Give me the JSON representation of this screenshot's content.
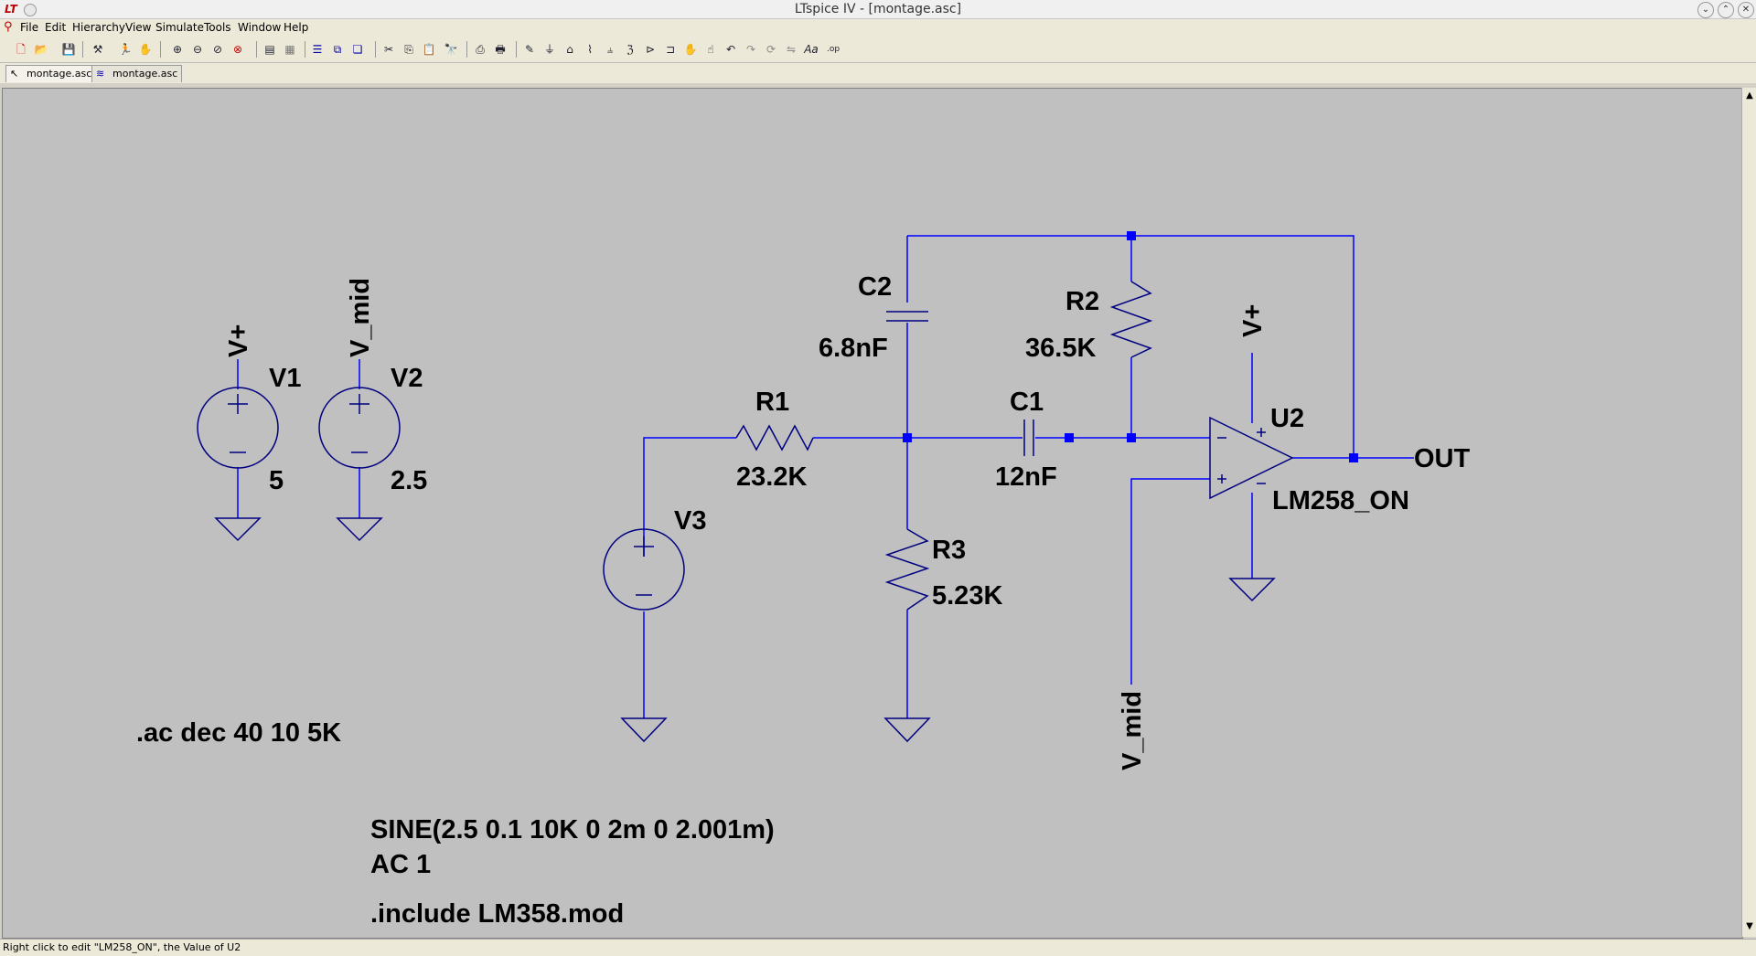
{
  "window": {
    "title": "LTspice IV - [montage.asc]"
  },
  "menu": [
    "File",
    "Edit",
    "Hierarchy",
    "View",
    "Simulate",
    "Tools",
    "Window",
    "Help"
  ],
  "toolbar_icons": [
    "new-schematic-icon",
    "open-icon",
    "save-icon",
    "control-panel-icon",
    "run-icon",
    "halt-icon",
    "pan-icon",
    "zoom-in-icon",
    "zoom-out-icon",
    "zoom-fit-icon",
    "zoom-cancel-icon",
    "autorange-icon",
    "grid-icon",
    "tile-horizontal-icon",
    "tile-vertical-icon",
    "cascade-icon",
    "cut-icon",
    "copy-icon",
    "paste-icon",
    "find-icon",
    "print-preview-icon",
    "print-icon",
    "wire-icon",
    "ground-icon",
    "label-net-icon",
    "resistor-icon",
    "capacitor-icon",
    "inductor-icon",
    "diode-icon",
    "component-icon",
    "move-icon",
    "drag-icon",
    "undo-icon",
    "redo-icon",
    "rotate-icon",
    "mirror-icon",
    "text-icon",
    "spice-directive-icon"
  ],
  "tabs": [
    {
      "label": "montage.asc",
      "icon": "cursor-icon"
    },
    {
      "label": "montage.asc",
      "icon": "waveform-icon"
    }
  ],
  "schematic": {
    "components": {
      "v1": {
        "ref": "V1",
        "value": "5",
        "net": "V+"
      },
      "v2": {
        "ref": "V2",
        "value": "2.5",
        "net": "V_mid"
      },
      "v3": {
        "ref": "V3"
      },
      "r1": {
        "ref": "R1",
        "value": "23.2K"
      },
      "r2": {
        "ref": "R2",
        "value": "36.5K"
      },
      "r3": {
        "ref": "R3",
        "value": "5.23K"
      },
      "c1": {
        "ref": "C1",
        "value": "12nF"
      },
      "c2": {
        "ref": "C2",
        "value": "6.8nF"
      },
      "u2": {
        "ref": "U2",
        "value": "LM258_ON"
      }
    },
    "net_labels": {
      "opamp_supply": "V+",
      "opamp_ref": "V_mid",
      "output": "OUT"
    },
    "directives": {
      "ac": ".ac dec 40 10 5K",
      "sine": "SINE(2.5 0.1 10K 0 2m 0 2.001m)",
      "ac_amp": "AC 1",
      "include": ".include LM358.mod"
    }
  },
  "status": "Right click to edit \"LM258_ON\", the Value of U2",
  "colors": {
    "wire": "#0000ff",
    "canvas": "#c0c0c0",
    "component": "#000080"
  }
}
